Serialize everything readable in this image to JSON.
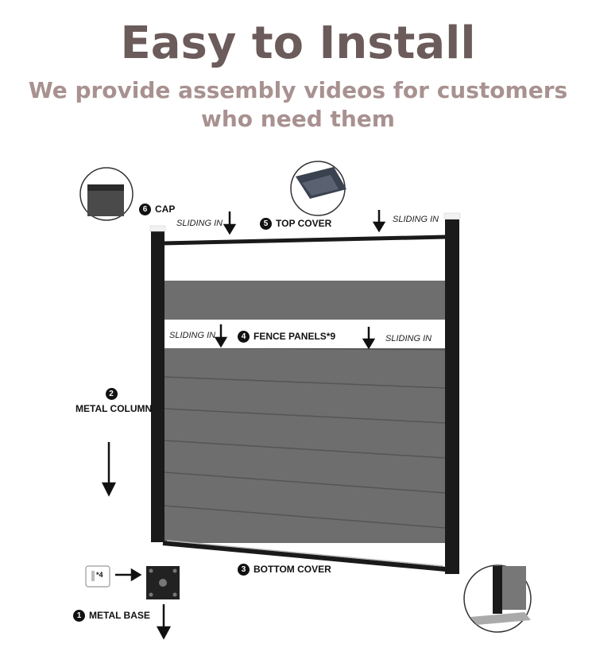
{
  "header": {
    "title": "Easy to Install",
    "subtitle_line1": "We provide assembly videos for customers",
    "subtitle_line2": "who need them"
  },
  "parts": {
    "cap": {
      "number": "6",
      "label": "CAP"
    },
    "top_cover": {
      "number": "5",
      "label": "TOP COVER"
    },
    "fence_panels": {
      "number": "4",
      "label": "FENCE PANELS*9"
    },
    "metal_column": {
      "number": "2",
      "label": "METAL COLUMN"
    },
    "bottom_cover": {
      "number": "3",
      "label": "BOTTOM COVER"
    },
    "metal_base": {
      "number": "1",
      "label": "METAL BASE"
    }
  },
  "sliding_in": "SLIDING IN",
  "screw_count": "*4",
  "colors": {
    "title": "#6b5b5a",
    "subtitle": "#a89190",
    "panel": "#6e6e6e",
    "frame": "#1a1a1a"
  }
}
